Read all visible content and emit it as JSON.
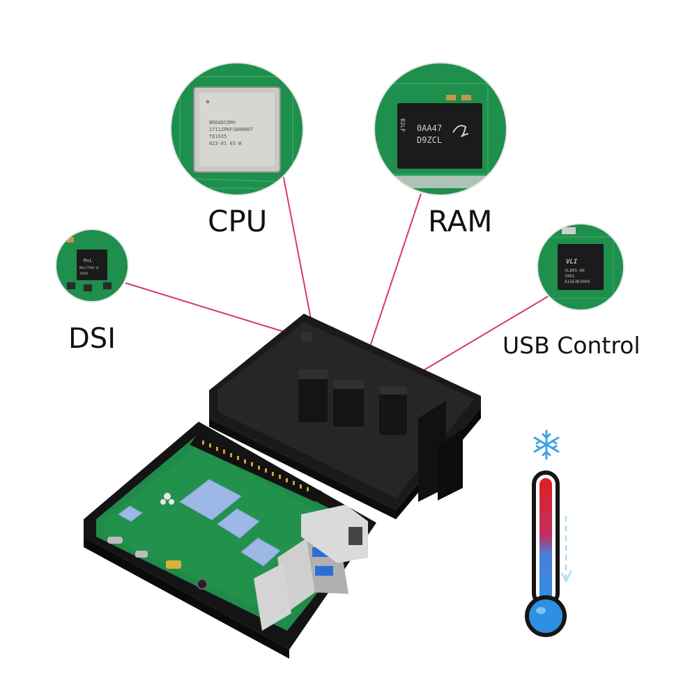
{
  "labels": {
    "cpu": "CPU",
    "ram": "RAM",
    "dsi": "DSI",
    "usb": "USB Control"
  },
  "chips": {
    "cpu": {
      "line1": "BROADCOM®",
      "line2": "2711ZPKFSB06B0T",
      "line3": "TE1935",
      "line4": "023-01 03 W"
    },
    "ram": {
      "line1": "0AA47",
      "line2": "D9ZCL",
      "side": "B2LF"
    },
    "dsi": {
      "line1": "MxL",
      "line2": "MxL7704-A",
      "line3": "1918"
    },
    "usb": {
      "logo": "VLI",
      "line1": "VL805-06",
      "line2": "1901",
      "line3": "A1563K3000"
    }
  },
  "icons": {
    "snowflake": "snowflake-icon",
    "thermometer": "thermometer-icon"
  },
  "colors": {
    "pcb_green": "#1f8a4a",
    "case_black": "#151515",
    "leader_line": "#d23a6a",
    "thermo_hot": "#e02020",
    "thermo_cold": "#2f8fe0",
    "pad_blue": "#9db8e6"
  }
}
